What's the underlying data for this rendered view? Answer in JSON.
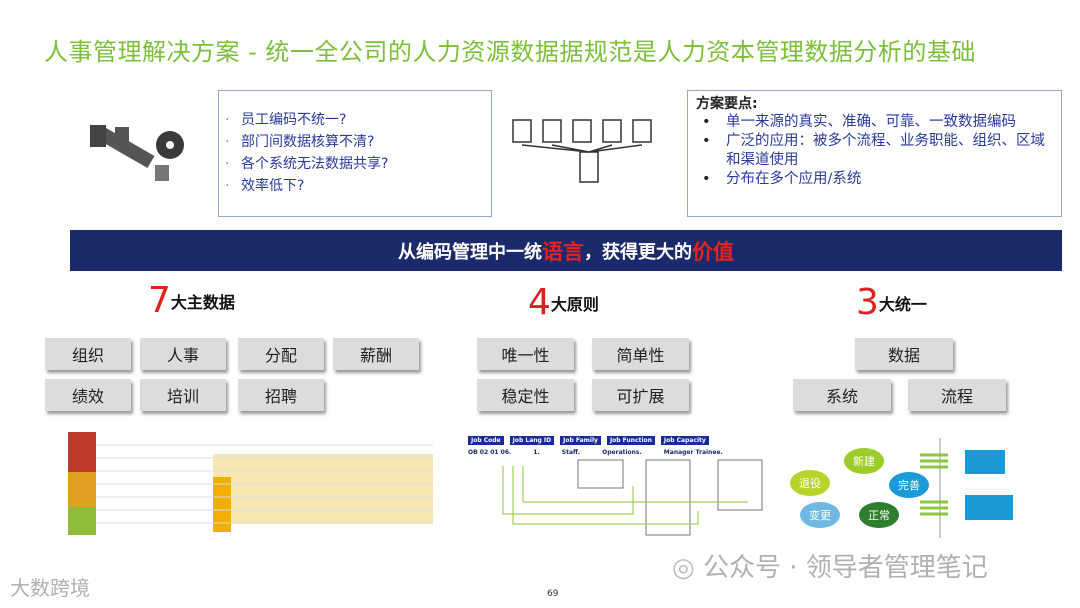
{
  "title": "人事管理解决方案 - 统一全公司的人力资源数据据规范是人力资本管理数据分析的基础",
  "problems": [
    "员工编码不统一?",
    "部门间数据核算不清?",
    "各个系统无法数据共享?",
    "效率低下?"
  ],
  "key_points": {
    "heading": "方案要点:",
    "items": [
      "单一来源的真实、准确、可靠、一致数据编码",
      "广泛的应用：被多个流程、业务职能、组织、区域和渠道使用",
      "分布在多个应用/系统"
    ]
  },
  "banner": {
    "part1": "从编码管理中一统",
    "red1": "语言",
    "part2": "，获得更大的",
    "red2": "价值"
  },
  "sections": [
    {
      "num": "7",
      "label": "大主数据",
      "buttons": [
        "组织",
        "人事",
        "分配",
        "薪酬",
        "绩效",
        "培训",
        "招聘"
      ]
    },
    {
      "num": "4",
      "label": "大原则",
      "buttons": [
        "唯一性",
        "简单性",
        "稳定性",
        "可扩展"
      ]
    },
    {
      "num": "3",
      "label": "大统一",
      "buttons": [
        "数据",
        "系统",
        "流程"
      ]
    }
  ],
  "job_headers": [
    "Job Code",
    "Job Lang ID",
    "Job Family",
    "Job Function",
    "Job Capacity"
  ],
  "job_values": [
    "OB  02 01 06.",
    "1.",
    "Staff.",
    "Operations.",
    "Manager Trainee."
  ],
  "lifecycle": [
    "新建",
    "完善",
    "正常",
    "变更",
    "退役"
  ],
  "page_number": "69",
  "watermark_right": "公众号 · 领导者管理笔记",
  "watermark_left": "大数跨境"
}
